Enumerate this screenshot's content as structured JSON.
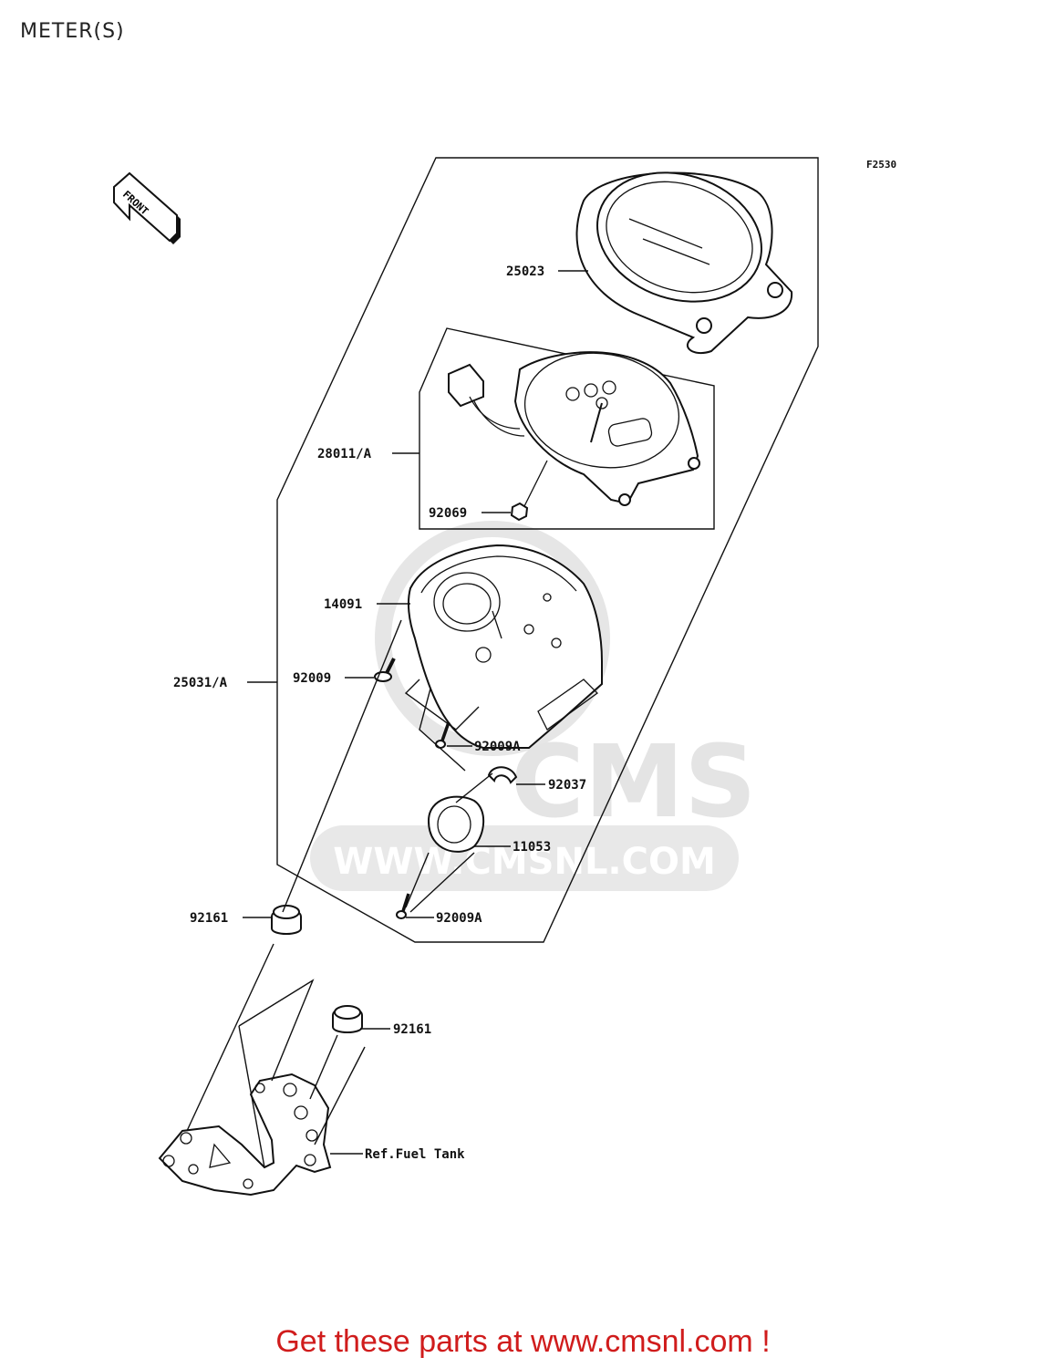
{
  "page_title": "METER(S)",
  "figure_code": "F2530",
  "front_label": "FRONT",
  "watermark": {
    "brand": "CMS",
    "site": "WWW.CMSNL.COM"
  },
  "parts": [
    {
      "id": "p25023",
      "number": "25023"
    },
    {
      "id": "p28011",
      "number": "28011/A"
    },
    {
      "id": "p92069",
      "number": "92069"
    },
    {
      "id": "p14091",
      "number": "14091"
    },
    {
      "id": "p25031",
      "number": "25031/A"
    },
    {
      "id": "p92009",
      "number": "92009"
    },
    {
      "id": "p92009a1",
      "number": "92009A"
    },
    {
      "id": "p92037",
      "number": "92037"
    },
    {
      "id": "p11053",
      "number": "11053"
    },
    {
      "id": "p92009a2",
      "number": "92009A"
    },
    {
      "id": "p92161a",
      "number": "92161"
    },
    {
      "id": "p92161b",
      "number": "92161"
    },
    {
      "id": "ref",
      "number": "Ref.Fuel Tank"
    }
  ],
  "footer": "Get these parts at www.cmsnl.com !"
}
